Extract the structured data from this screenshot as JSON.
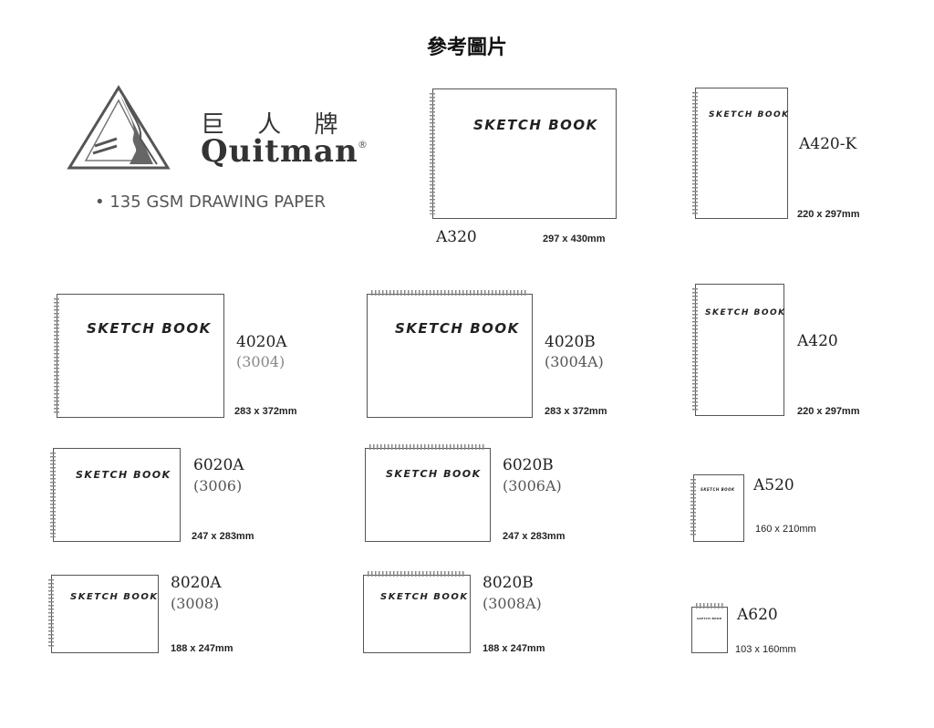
{
  "title": "參考圖片",
  "brand": {
    "chinese": "巨 人 牌",
    "english": "Quitman",
    "registered": "®",
    "tagline": "• 135 GSM DRAWING PAPER"
  },
  "cover_label": "SKETCH BOOK",
  "products": [
    {
      "model": "A320",
      "dimensions": "297 x 430mm"
    },
    {
      "model": "A420-K",
      "dimensions": "220 x 297mm"
    },
    {
      "model": "4020A",
      "alt_code": "(3004)",
      "dimensions": "283 x 372mm"
    },
    {
      "model": "4020B",
      "alt_code": "(3004A)",
      "dimensions": "283 x 372mm"
    },
    {
      "model": "A420",
      "dimensions": "220 x 297mm"
    },
    {
      "model": "6020A",
      "alt_code": "(3006)",
      "dimensions": "247 x 283mm"
    },
    {
      "model": "6020B",
      "alt_code": "(3006A)",
      "dimensions": "247 x 283mm"
    },
    {
      "model": "A520",
      "dimensions": "160 x 210mm"
    },
    {
      "model": "8020A",
      "alt_code": "(3008)",
      "dimensions": "188 x 247mm"
    },
    {
      "model": "8020B",
      "alt_code": "(3008A)",
      "dimensions": "188 x 247mm"
    },
    {
      "model": "A620",
      "dimensions": "103 x 160mm"
    }
  ]
}
